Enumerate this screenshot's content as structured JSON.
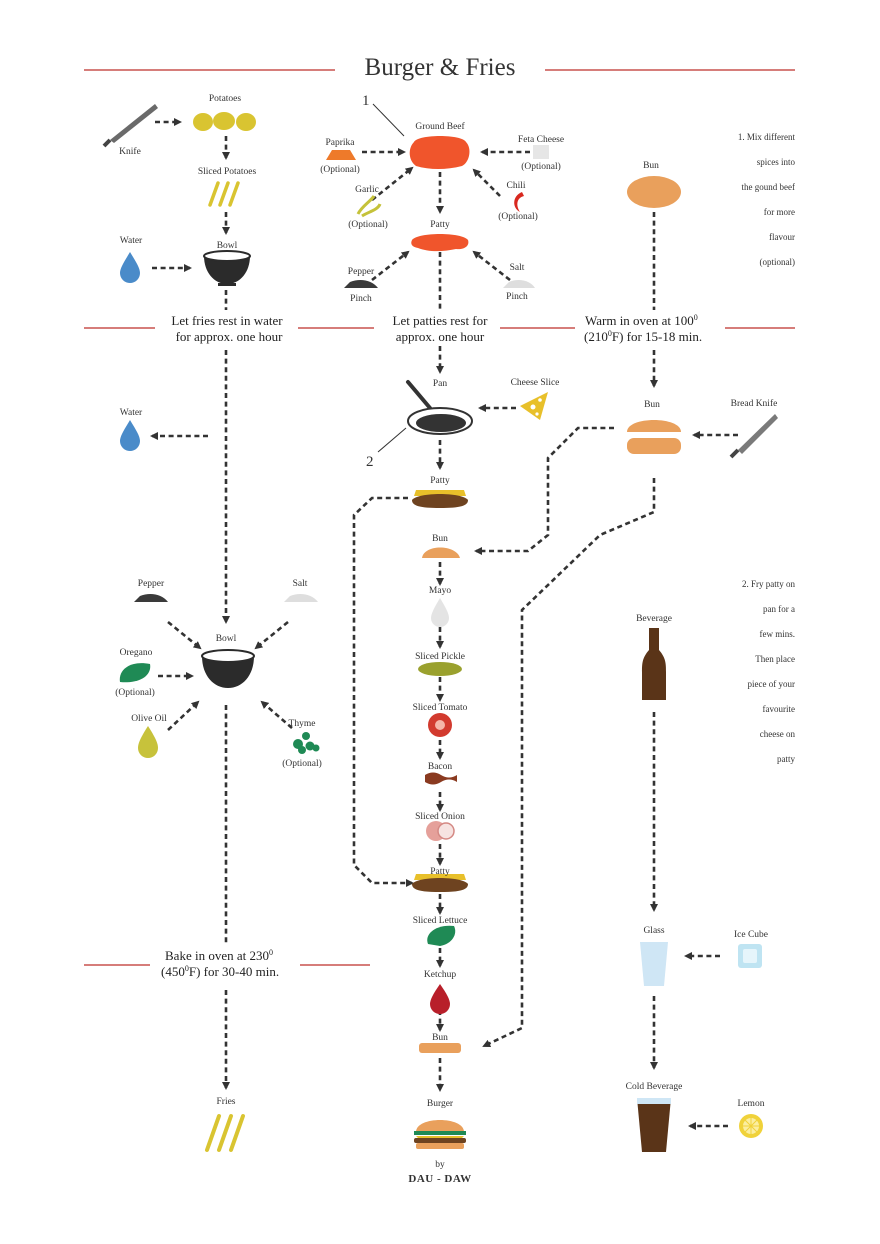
{
  "title": "Burger & Fries",
  "markers": {
    "one": "1",
    "two": "2"
  },
  "brand": {
    "by": "by",
    "name": "DAU - DAW"
  },
  "colors": {
    "accent_line": "#c9524f",
    "beef": "#f0552c",
    "bun": "#e9a05c",
    "cheese": "#e8c02a",
    "water": "#4a8bc9",
    "lettuce": "#1f8a55",
    "ketchup": "#b81f2a",
    "cola": "#5a3418"
  },
  "labels": {
    "knife": "Knife",
    "potatoes": "Potatoes",
    "sliced_potatoes": "Sliced Potatoes",
    "water1": "Water",
    "bowl1": "Bowl",
    "paprika": "Paprika",
    "paprika_opt": "(Optional)",
    "ground_beef": "Ground Beef",
    "feta": "Feta Cheese",
    "feta_opt": "(Optional)",
    "garlic": "Garlic",
    "garlic_opt": "(Optional)",
    "chili": "Chili",
    "chili_opt": "(Optional)",
    "patty1": "Patty",
    "pepper1": "Pepper",
    "pepper1_pinch": "Pinch",
    "salt1": "Salt",
    "salt1_pinch": "Pinch",
    "bun_top": "Bun",
    "water2": "Water",
    "pan": "Pan",
    "cheese_slice": "Cheese Slice",
    "bun_mid": "Bun",
    "bread_knife": "Bread Knife",
    "patty2": "Patty",
    "bun_stack_top": "Bun",
    "mayo": "Mayo",
    "pickle": "Sliced Pickle",
    "tomato": "Sliced Tomato",
    "bacon": "Bacon",
    "onion": "Sliced Onion",
    "patty3": "Patty",
    "lettuce": "Sliced Lettuce",
    "ketchup": "Ketchup",
    "bun_bottom": "Bun",
    "burger": "Burger",
    "pepper2": "Pepper",
    "salt2": "Salt",
    "bowl2": "Bowl",
    "oregano": "Oregano",
    "oregano_opt": "(Optional)",
    "olive_oil": "Olive Oil",
    "thyme": "Thyme",
    "thyme_opt": "(Optional)",
    "fries": "Fries",
    "beverage": "Beverage",
    "glass": "Glass",
    "ice_cube": "Ice Cube",
    "cold_beverage": "Cold Beverage",
    "lemon": "Lemon"
  },
  "steps": {
    "fries_rest_l1": "Let fries rest in water",
    "fries_rest_l2": "for approx. one hour",
    "patties_rest_l1": "Let patties rest for",
    "patties_rest_l2": "approx. one hour",
    "oven_bun_l1": "Warm in oven at 100",
    "oven_bun_sup": "0",
    "oven_bun_l2a": "(210",
    "oven_bun_l2sup": "0",
    "oven_bun_l2b": "F) for 15-18 min.",
    "oven_fries_l1": "Bake in oven at 230",
    "oven_fries_sup": "0",
    "oven_fries_l2a": "(450",
    "oven_fries_l2sup": "0",
    "oven_fries_l2b": "F) for 30-40 min."
  },
  "notes": {
    "note1": [
      "1.  Mix different",
      "spices into",
      "the gound beef",
      "for more",
      "flavour",
      "(optional)"
    ],
    "note2": [
      "2.  Fry patty on",
      "pan for a",
      "few mins.",
      "Then place",
      "piece of your",
      "favourite",
      "cheese on",
      "patty"
    ]
  }
}
